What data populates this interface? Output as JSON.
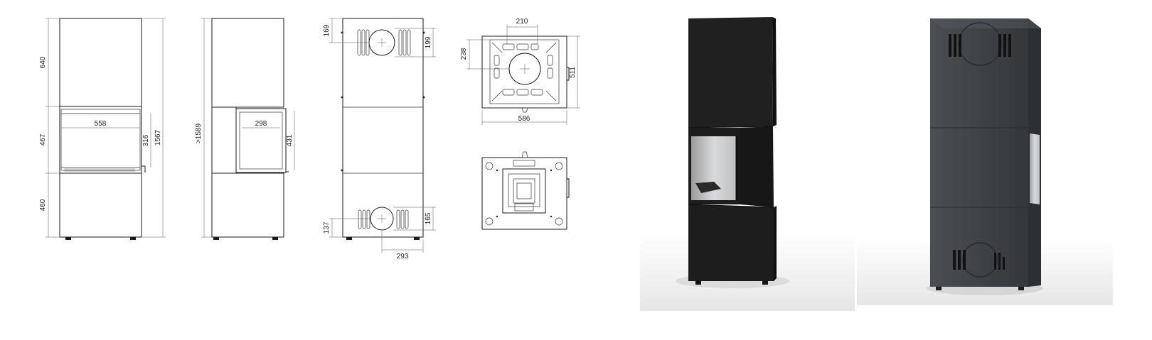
{
  "drawings": {
    "front": {
      "d640": "640",
      "d467": "467",
      "d460": "460",
      "d558": "558",
      "d316": "316",
      "d1567": "1567"
    },
    "side": {
      "d1589": ">1589",
      "d298": "298",
      "d431": "431"
    },
    "back": {
      "d169": "169",
      "d199": "199",
      "d137": "137",
      "d165": "165",
      "d293": "293"
    },
    "top": {
      "d210": "210",
      "d238": "238",
      "d511": "511",
      "d586": "586"
    }
  },
  "colors": {
    "line": "#1a1a1a",
    "body_dark": "#1b1b1b",
    "body_back": "#3f4347",
    "glass": "#cfd1d2",
    "floor": "#ececec"
  }
}
